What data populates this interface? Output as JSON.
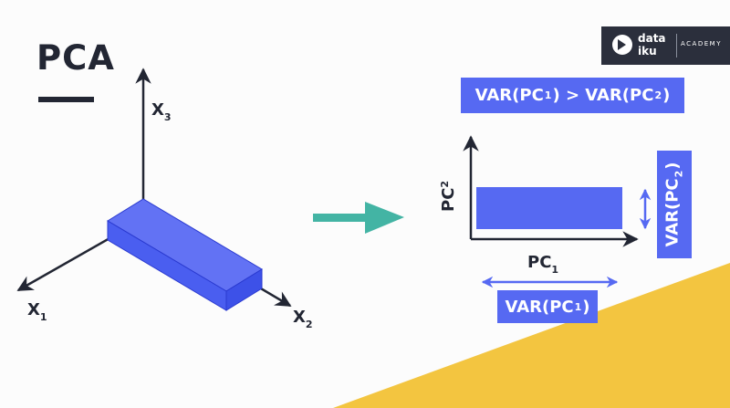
{
  "title": "PCA",
  "logo": {
    "brand_line1": "data",
    "brand_line2": "iku",
    "suffix": "ACADEMY"
  },
  "axes_3d": {
    "x1": {
      "letter": "X",
      "sub": "1"
    },
    "x2": {
      "letter": "X",
      "sub": "2"
    },
    "x3": {
      "letter": "X",
      "sub": "3"
    }
  },
  "axes_2d": {
    "pc1": {
      "letter": "PC",
      "sub": "1"
    },
    "pc2": {
      "letter": "PC",
      "sub": "2"
    }
  },
  "labels": {
    "comparison": {
      "a": "VAR(PC",
      "a_sub": "1",
      "mid": ") > VAR(PC",
      "b_sub": "2",
      "end": ")"
    },
    "var_pc1": {
      "text": "VAR(PC",
      "sub": "1",
      "end": ")"
    },
    "var_pc2": {
      "text": "VAR(PC",
      "sub": "2",
      "end": ")"
    }
  },
  "colors": {
    "accent": "#5669f2",
    "dark": "#222633",
    "teal_arrow": "#43b4a4",
    "yellow": "#f3c540",
    "logo_bg": "#2b2f3c"
  }
}
